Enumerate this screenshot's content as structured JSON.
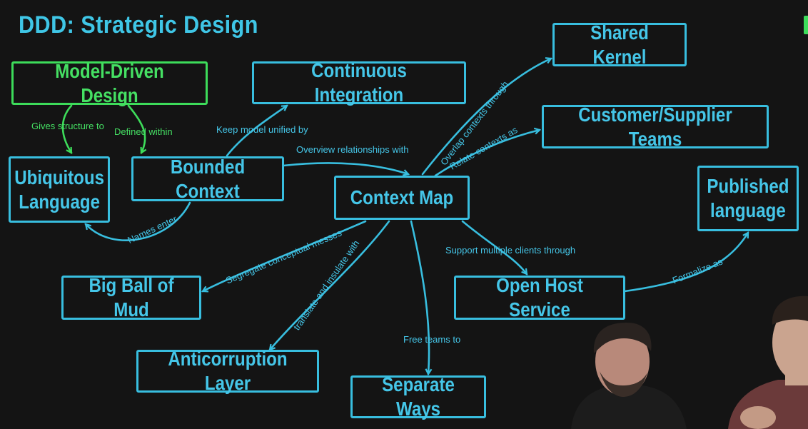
{
  "title": "DDD: Strategic Design",
  "colors": {
    "accent": "#3fc6e6",
    "green": "#45e063",
    "background": "#141414"
  },
  "nodes": {
    "model_driven_design": "Model-Driven Design",
    "continuous_integration": "Continuous Integration",
    "shared_kernel": "Shared Kernel",
    "customer_supplier_teams": "Customer/Supplier Teams",
    "ubiquitous_language": "Ubiquitous\nLanguage",
    "bounded_context": "Bounded Context",
    "context_map": "Context Map",
    "published_language": "Published\nlanguage",
    "big_ball_of_mud": "Big Ball of Mud",
    "open_host_service": "Open Host Service",
    "anticorruption_layer": "Anticorruption Layer",
    "separate_ways": "Separate Ways"
  },
  "edges": {
    "gives_structure_to": "Gives structure to",
    "defined_within": "Defined within",
    "keep_model_unified_by": "Keep model unified by",
    "overview_relationships_with": "Overview relationships with",
    "overlap_contexts_through": "Overlap contexts through",
    "relate_contexts_as": "Relate contexts as",
    "names_enter": "Names enter",
    "segregate_conceptual_messes": "Segregate conceptual messes",
    "translate_and_insulate_with": "translate and insulate with",
    "support_multiple_clients_through": "Support multiple clients through",
    "formalize_as": "Formalize as",
    "free_teams_to": "Free teams to"
  }
}
